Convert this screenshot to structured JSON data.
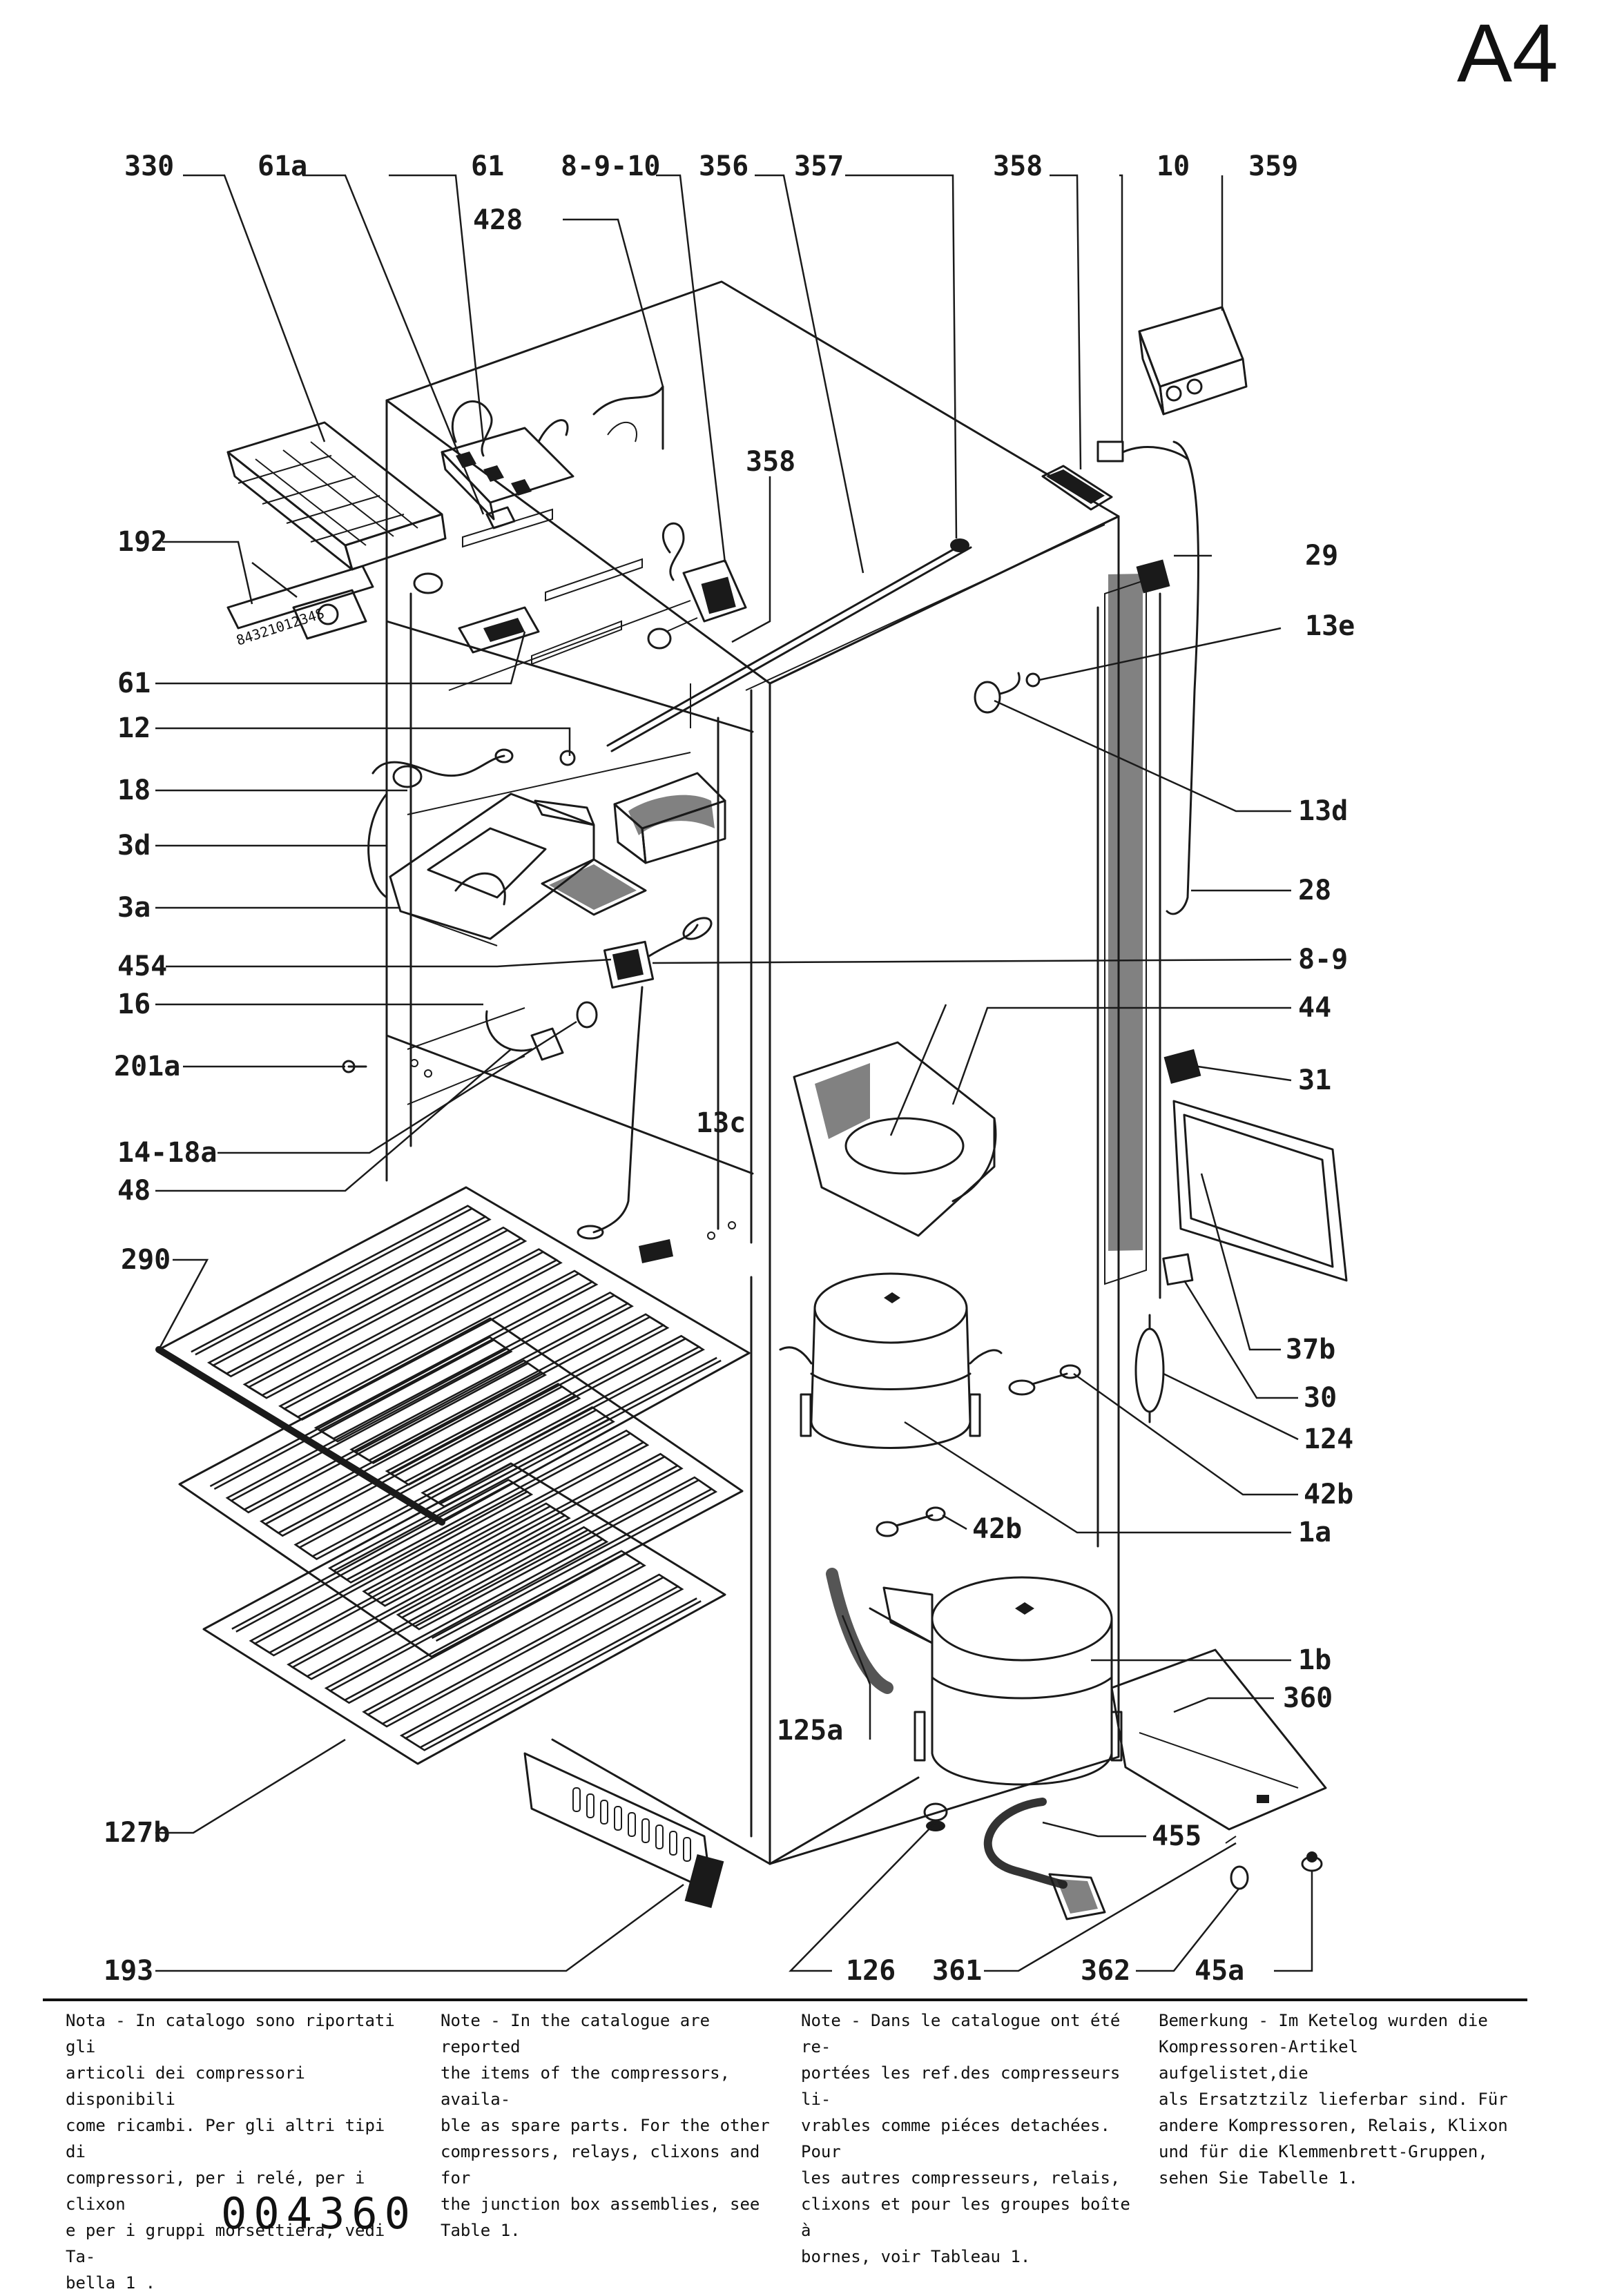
{
  "page_id": "A4",
  "drawing_code": "004360",
  "labels": {
    "l330": "330",
    "l61a": "61a",
    "l61": "61",
    "l8910": "8-9-10",
    "l356": "356",
    "l357": "357",
    "l358": "358",
    "l10": "10",
    "l359": "359",
    "l428": "428",
    "l358b": "358",
    "l29": "29",
    "l192": "192",
    "l13e": "13e",
    "l61b": "61",
    "l12": "12",
    "l13d": "13d",
    "l18": "18",
    "l3d": "3d",
    "l3a": "3a",
    "l28": "28",
    "l454": "454",
    "l89": "8-9",
    "l16": "16",
    "l44": "44",
    "l201a": "201a",
    "l31": "31",
    "l1418a": "14-18a",
    "l48": "48",
    "l13c": "13c",
    "l290": "290",
    "l37b": "37b",
    "l30": "30",
    "l124": "124",
    "l42b": "42b",
    "l42b2": "42b",
    "l1a": "1a",
    "l1b": "1b",
    "l125a": "125a",
    "l360": "360",
    "l127b": "127b",
    "l455": "455",
    "l193": "193",
    "l126": "126",
    "l361": "361",
    "l362": "362",
    "l45a": "45a"
  },
  "part_label_code": "8432101234S",
  "notes": {
    "italian": "Nota - In catalogo sono riportati gli\narticoli dei compressori disponibili\ncome ricambi. Per gli altri tipi di\ncompressori, per i relé, per i clixon\ne per i gruppi morsettiera, vedi Ta-\nbella 1 .",
    "english": "Note - In the catalogue are reported\nthe items of the compressors, availa-\nble as spare parts. For the other\ncompressors, relays, clixons and for\nthe junction box assemblies, see\nTable  1.",
    "french": "Note - Dans le catalogue ont été re-\nportées les ref.des compresseurs li-\nvrables comme piéces detachées. Pour\nles autres compresseurs, relais,\nclixons et pour les groupes boîte à\nbornes, voir Tableau 1.",
    "german": "Bemerkung - Im Ketelog wurden die\nKompressoren-Artikel aufgelistet,die\nals Ersatztzilz lieferbar sind. Für\nandere Kompressoren, Relais, Klixon\nund für die Klemmenbrett-Gruppen,\nsehen Sie Tabelle 1."
  }
}
